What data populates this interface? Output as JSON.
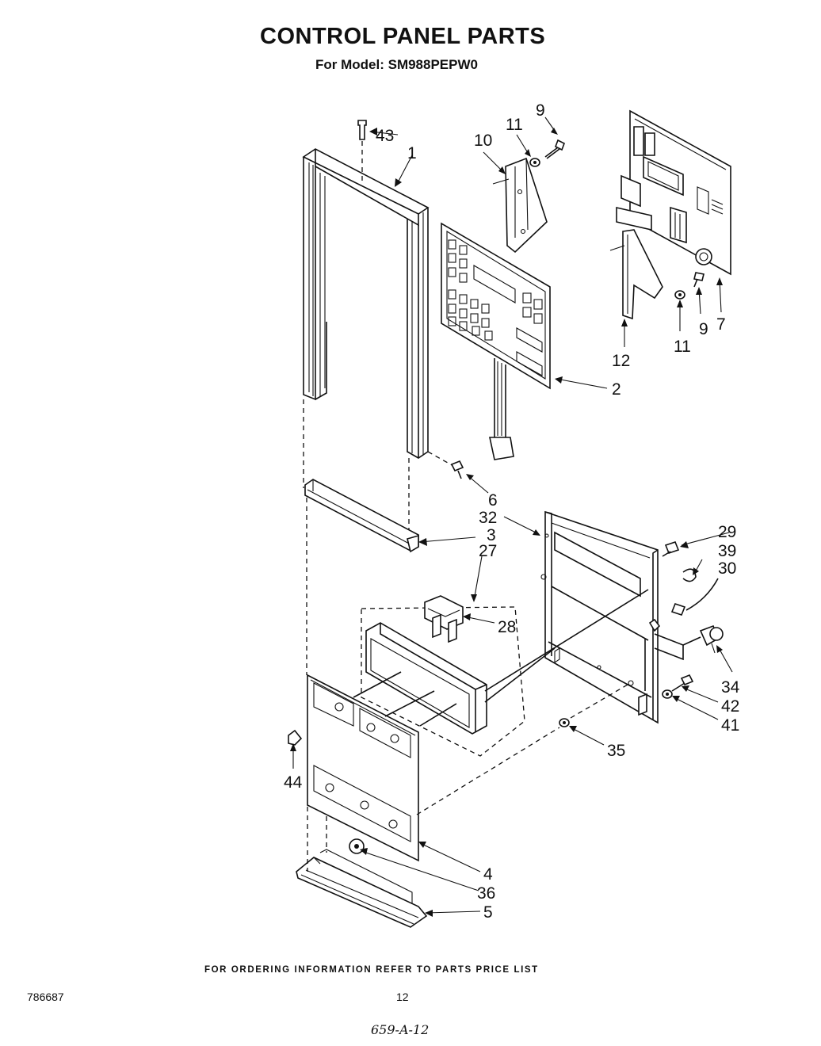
{
  "header": {
    "title": "CONTROL PANEL PARTS",
    "subtitle": "For Model: SM988PEPW0"
  },
  "footer": {
    "note": "FOR ORDERING INFORMATION REFER TO PARTS PRICE LIST",
    "doc_number": "786687",
    "page_number": "12",
    "handwritten_code": "659-A-12"
  },
  "callouts": [
    {
      "id": "c43",
      "label": "43"
    },
    {
      "id": "c1",
      "label": "1"
    },
    {
      "id": "c10",
      "label": "10"
    },
    {
      "id": "c11a",
      "label": "11"
    },
    {
      "id": "c9a",
      "label": "9"
    },
    {
      "id": "c2",
      "label": "2"
    },
    {
      "id": "c12",
      "label": "12"
    },
    {
      "id": "c11b",
      "label": "11"
    },
    {
      "id": "c9b",
      "label": "9"
    },
    {
      "id": "c7",
      "label": "7"
    },
    {
      "id": "c6",
      "label": "6"
    },
    {
      "id": "c32",
      "label": "32"
    },
    {
      "id": "c3",
      "label": "3"
    },
    {
      "id": "c27",
      "label": "27"
    },
    {
      "id": "c29",
      "label": "29"
    },
    {
      "id": "c39",
      "label": "39"
    },
    {
      "id": "c30",
      "label": "30"
    },
    {
      "id": "c28",
      "label": "28"
    },
    {
      "id": "c34",
      "label": "34"
    },
    {
      "id": "c42",
      "label": "42"
    },
    {
      "id": "c41",
      "label": "41"
    },
    {
      "id": "c35",
      "label": "35"
    },
    {
      "id": "c44",
      "label": "44"
    },
    {
      "id": "c4",
      "label": "4"
    },
    {
      "id": "c36",
      "label": "36"
    },
    {
      "id": "c5",
      "label": "5"
    }
  ]
}
